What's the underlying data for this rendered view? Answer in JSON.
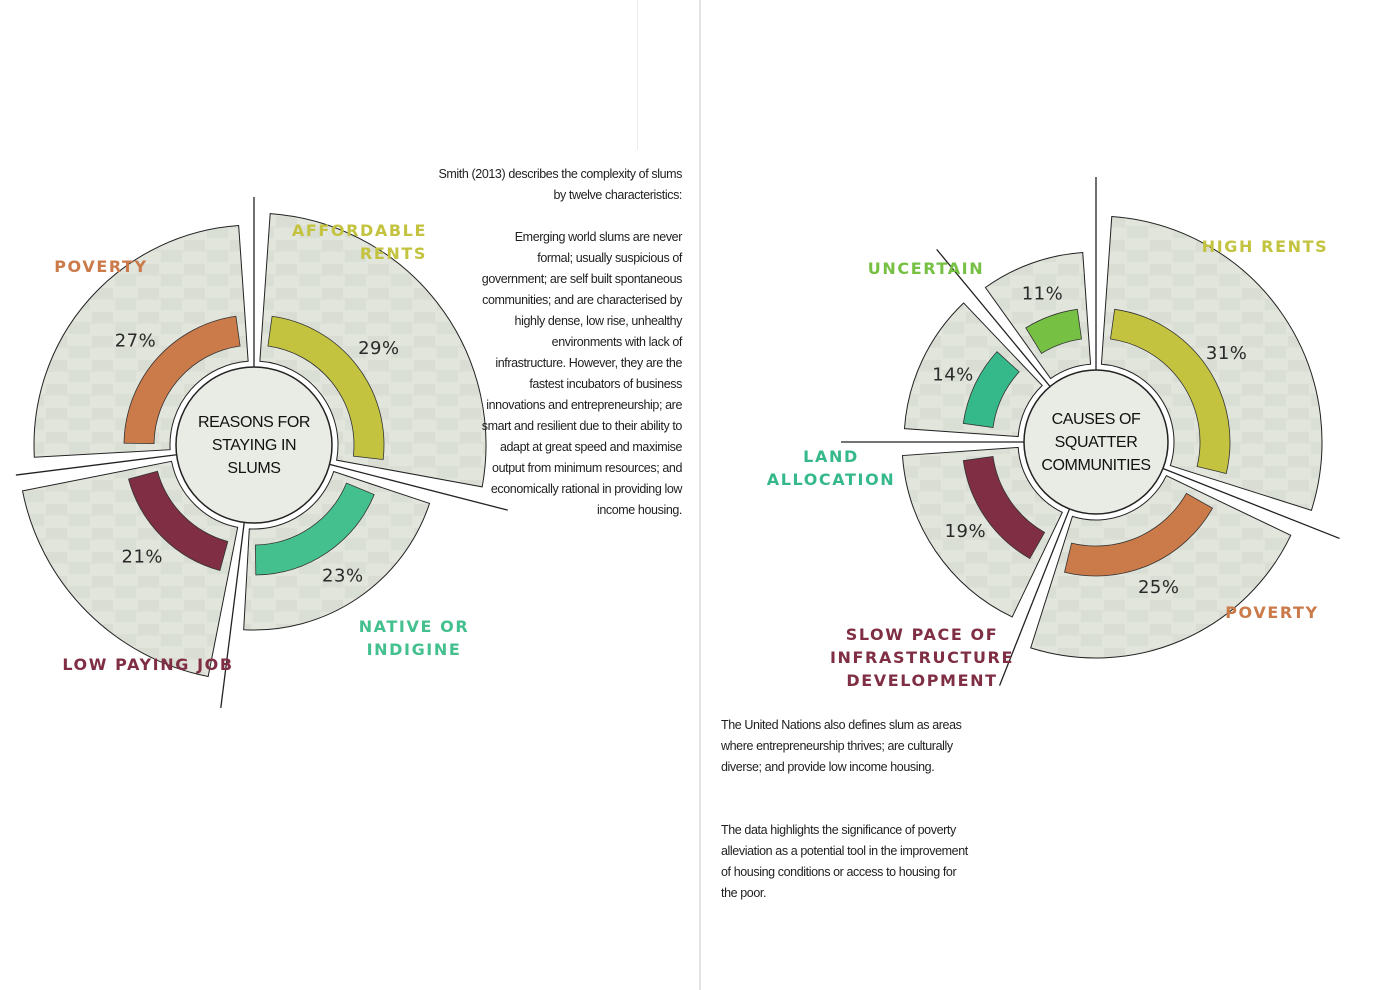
{
  "colors": {
    "olive": "#c3c33f",
    "orange": "#cb7a4a",
    "green_teal": "#44c08f",
    "maroon": "#7f2e43",
    "bright_green": "#76c043",
    "teal_green": "#36b98a",
    "segment_fill": "#e3e7dc",
    "hub_fill": "#e9ece4"
  },
  "chart_data": [
    {
      "type": "pie",
      "title": "REASONS FOR STAYING IN SLUMS",
      "title_lines": [
        "REASONS FOR",
        "STAYING IN",
        "SLUMS"
      ],
      "categories": [
        "AFFORDABLE RENTS",
        "NATIVE OR INDIGINE",
        "LOW PAYING JOB",
        "POVERTY"
      ],
      "label_lines": [
        [
          "AFFORDABLE",
          "RENTS"
        ],
        [
          "NATIVE OR",
          "INDIGINE"
        ],
        [
          "LOW PAYING JOB"
        ],
        [
          "POVERTY"
        ]
      ],
      "values": [
        29,
        23,
        21,
        27
      ],
      "value_labels": [
        "29%",
        "23%",
        "21%",
        "27%"
      ],
      "colors": [
        "#c3c33f",
        "#44c08f",
        "#7f2e43",
        "#cb7a4a"
      ]
    },
    {
      "type": "pie",
      "title": "CAUSES OF SQUATTER COMMUNITIES",
      "title_lines": [
        "CAUSES OF",
        "SQUATTER",
        "COMMUNITIES"
      ],
      "categories": [
        "HIGH RENTS",
        "POVERTY",
        "SLOW PACE OF INFRASTRUCTURE DEVELOPMENT",
        "LAND ALLOCATION",
        "UNCERTAIN"
      ],
      "label_lines": [
        [
          "HIGH RENTS"
        ],
        [
          "POVERTY"
        ],
        [
          "SLOW PACE OF",
          "INFRASTRUCTURE",
          "DEVELOPMENT"
        ],
        [
          "LAND",
          "ALLOCATION"
        ],
        [
          "UNCERTAIN"
        ]
      ],
      "values": [
        31,
        25,
        19,
        14,
        11
      ],
      "value_labels": [
        "31%",
        "25%",
        "19%",
        "14%",
        "11%"
      ],
      "colors": [
        "#c3c33f",
        "#cb7a4a",
        "#7f2e43",
        "#36b98a",
        "#76c043"
      ]
    }
  ],
  "text": {
    "smith_intro": "Smith (2013) describes the complexity of slums by twelve characteristics:",
    "smith_body": "Emerging world slums are never formal; usually suspicious of government; are self built spontaneous communities; and are characterised by highly dense, low rise, unhealthy environments with lack of infrastructure. However, they are the fastest incubators of business innovations and entrepreneurship; are smart and resilient due to their ability to adapt at great speed and maximise output from minimum resources; and economically rational in providing low income housing.",
    "un_text": "The United Nations also defines slum as areas where entrepreneurship thrives; are culturally diverse; and provide low income housing.",
    "data_text": "The data highlights the significance of poverty alleviation as a potential tool in the improvement of housing conditions or access to housing for the poor."
  }
}
